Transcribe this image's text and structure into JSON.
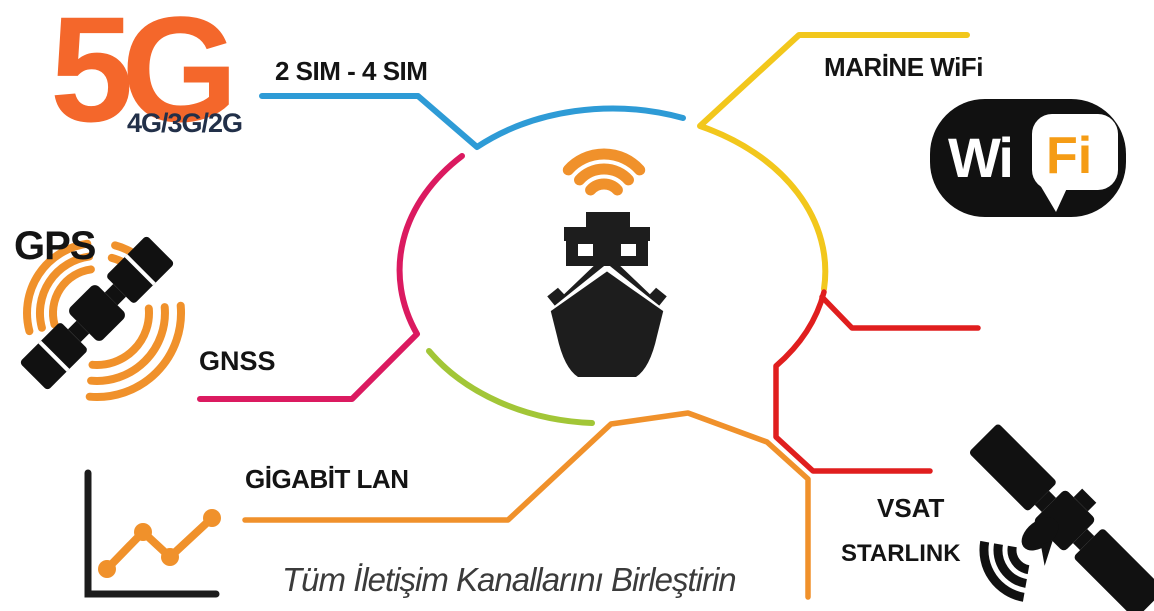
{
  "diagram": {
    "tagline": "Tüm İletişim Kanallarını Birleştirin",
    "center_icon": "ship-with-wifi-signal"
  },
  "nodes": {
    "five_g": {
      "label": "5G",
      "sublabel": "4G/3G/2G",
      "color": "#F4672B"
    },
    "sim": {
      "label": "2 SIM - 4 SIM",
      "color": "#2E9BD6"
    },
    "marine_wifi": {
      "label": "MARİNE WiFi",
      "color": "#F2C71C"
    },
    "gps": {
      "label": "GPS"
    },
    "gnss": {
      "label": "GNSS",
      "color": "#DB1A60"
    },
    "gigabit_lan": {
      "label": "GİGABİT LAN",
      "color": "#F0912B"
    },
    "vsat": {
      "label": "VSAT",
      "color": "#E01E1E"
    },
    "starlink": {
      "label": "STARLINK",
      "color": "#E01E1E"
    }
  },
  "wifi_logo": {
    "wi": "Wi",
    "fi": "Fi",
    "fi_color": "#F59C15"
  },
  "colors": {
    "blue": "#2E9BD6",
    "yellow": "#F2C71C",
    "red": "#E01E1E",
    "pink": "#DB1A60",
    "green": "#A2C637",
    "orange": "#F0912B",
    "brand_orange": "#F4672B",
    "navy": "#223049",
    "ink": "#141414",
    "tagline_gray": "#3B3B3B"
  }
}
